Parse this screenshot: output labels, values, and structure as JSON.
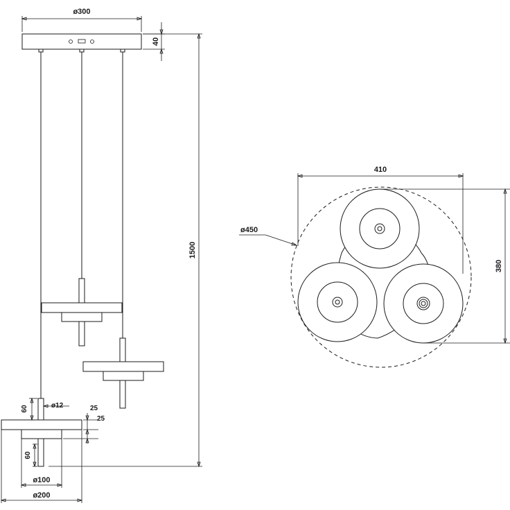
{
  "side_view": {
    "canopy_diameter": "ø300",
    "canopy_height": "40",
    "overall_height": "1500",
    "rod_height": "60",
    "cable_diameter": "ø12",
    "disc_thickness": "25",
    "disc_gap": "25",
    "lower_rod_height": "60",
    "shade_diameter": "ø100",
    "disc_diameter": "ø200"
  },
  "top_view": {
    "overall_width": "410",
    "overall_depth": "380",
    "circle_diameter": "ø450"
  },
  "colors": {
    "line": "#1a1a1a",
    "background": "#ffffff"
  }
}
